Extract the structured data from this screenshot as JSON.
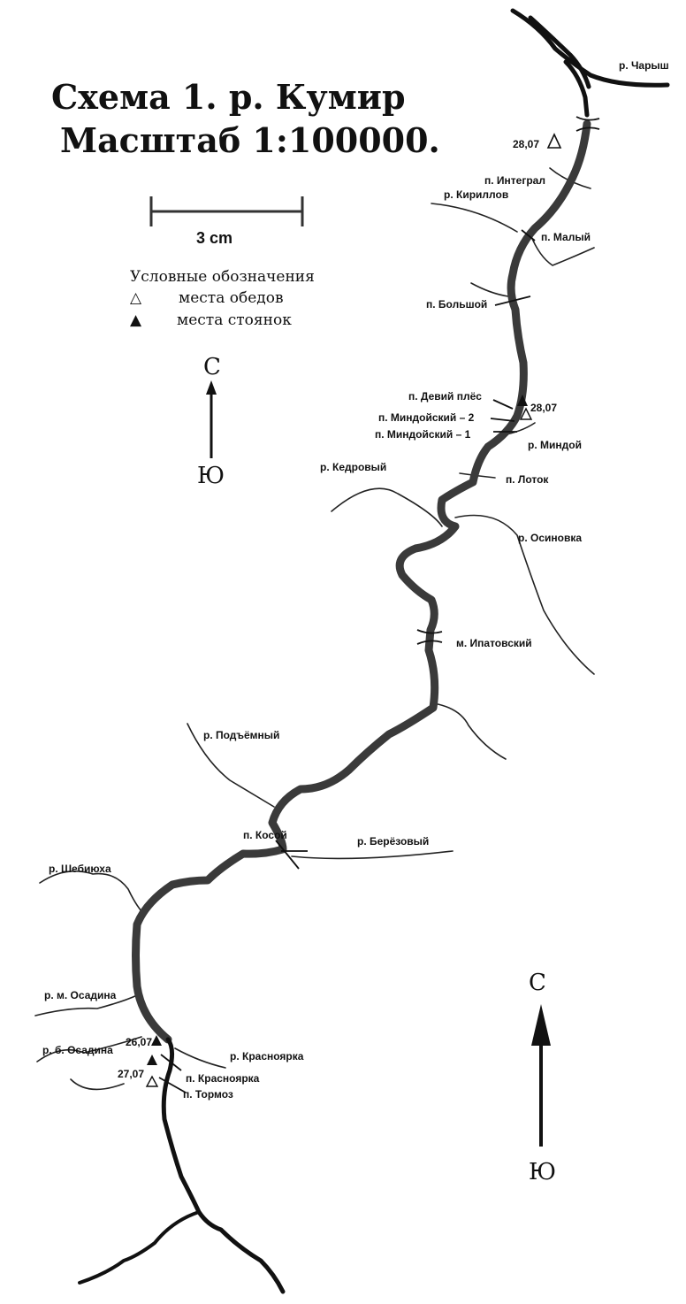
{
  "title": {
    "line1": "Схема 1.  р. Кумир",
    "line2": "Масштаб 1:100000."
  },
  "scale_bar": {
    "label": "3 cm"
  },
  "legend": {
    "heading": "Условные обозначения",
    "items": [
      {
        "symbol": "△",
        "text": "места обедов"
      },
      {
        "symbol": "▲",
        "text": "места стоянок"
      }
    ]
  },
  "compass": {
    "north": "С",
    "south": "Ю"
  },
  "labels": {
    "charysh": "р. Чарыш",
    "d2807a": "28,07",
    "integral": "п. Интеграл",
    "kirillov": "р. Кириллов",
    "maly": "п. Малый",
    "bolshoy": "п. Большой",
    "deviy": "п. Девий плёс",
    "d2807b": "28,07",
    "mindoy2": "п. Миндойский – 2",
    "mindoy1": "п. Миндойский – 1",
    "mindoy": "р. Миндой",
    "kedrovy": "р. Кедровый",
    "lotok": "п. Лоток",
    "osinovka": "р. Осиновка",
    "ipatovsky": "м. Ипатовский",
    "podyemny": "р. Подъёмный",
    "kosoy": "п. Косой",
    "berezovy": "р. Берёзовый",
    "shebiukha": "р. Шебиюха",
    "m_osadina": "р. м. Осадина",
    "b_osadina": "р. б. Осадина",
    "d2607": "26,07",
    "krasnoyarka_r": "р. Красноярка",
    "d2707": "27,07",
    "krasnoyarka_p": "п. Красноярка",
    "tormoz": "п. Тормоз"
  }
}
